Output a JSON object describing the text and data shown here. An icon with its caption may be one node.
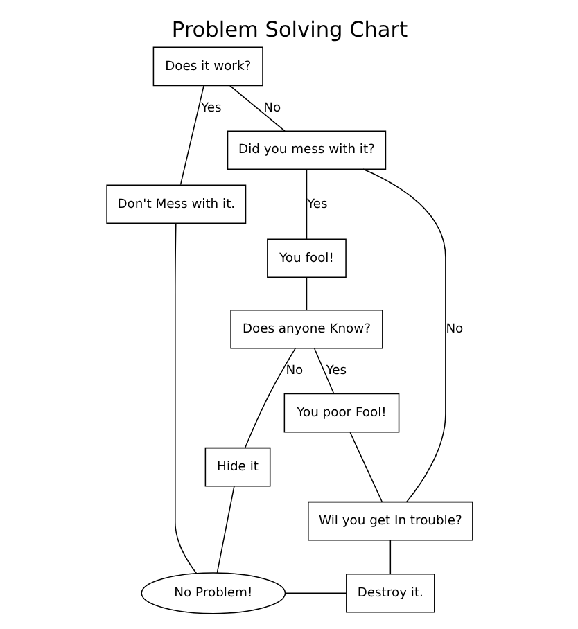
{
  "diagram": {
    "title": "Problem Solving Chart",
    "nodes": [
      {
        "text": [
          "Does it work?"
        ]
      },
      {
        "text": [
          "Don't Mess with it."
        ]
      },
      {
        "text": [
          "Did you mess with it?"
        ]
      },
      {
        "text": [
          "You fool!"
        ]
      },
      {
        "text": [
          "Hide it"
        ]
      },
      {
        "text": [
          "Does anyone Know?"
        ]
      },
      {
        "text": [
          "Wil you get In trouble?"
        ]
      },
      {
        "text": [
          "You poor Fool!"
        ]
      },
      {
        "text": [
          "No Problem!"
        ]
      },
      {
        "text": [
          "Destroy it."
        ]
      }
    ],
    "edges": [
      {
        "from": 0,
        "to": 1,
        "arrow": "none",
        "label": "Yes"
      },
      {
        "from": 0,
        "to": 2,
        "arrow": "none",
        "label": "No"
      },
      {
        "from": 2,
        "to": 3,
        "arrow": "none",
        "label": "Yes"
      },
      {
        "from": 2,
        "to": 6,
        "arrow": "none",
        "label": "No"
      },
      {
        "from": 3,
        "to": 5,
        "arrow": "none"
      },
      {
        "from": 5,
        "to": 4,
        "arrow": "none",
        "label": "No"
      },
      {
        "from": 5,
        "to": 7,
        "arrow": "none",
        "label": "Yes"
      },
      {
        "from": 7,
        "to": 6,
        "arrow": "none"
      },
      {
        "from": 6,
        "to": 9,
        "arrow": "none"
      },
      {
        "from": 1,
        "to": 8,
        "arrow": "none"
      },
      {
        "from": 4,
        "to": 8,
        "arrow": "none"
      },
      {
        "from": 8,
        "to": 9,
        "arrow": "none"
      }
    ]
  }
}
